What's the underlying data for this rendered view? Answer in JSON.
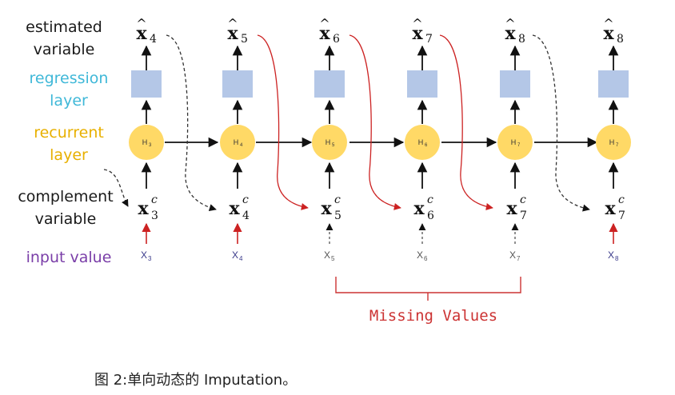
{
  "row_labels": {
    "estimated_line1": "estimated",
    "estimated_line2": "variable",
    "regression_line1": "regression",
    "regression_line2": "layer",
    "recurrent_line1": "recurrent",
    "recurrent_line2": "layer",
    "complement_line1": "complement",
    "complement_line2": "variable",
    "input": "input value"
  },
  "columns": [
    {
      "estimate": "x̂4",
      "hidden": "H3",
      "complement": "x3c",
      "input": "X3"
    },
    {
      "estimate": "x̂5",
      "hidden": "H4",
      "complement": "x4c",
      "input": "X4"
    },
    {
      "estimate": "x̂6",
      "hidden": "H5",
      "complement": "x5c",
      "input": "X5"
    },
    {
      "estimate": "x̂7",
      "hidden": "H6",
      "complement": "x6c",
      "input": "X6"
    },
    {
      "estimate": "x̂8",
      "hidden": "H7",
      "complement": "x7c",
      "input": "X7"
    },
    {
      "estimate": "x̂8",
      "hidden": "H7",
      "complement": "x7c",
      "input": "X8"
    }
  ],
  "missing_label": "Missing Values",
  "caption": "图 2:单向动态的 Imputation。",
  "colors": {
    "estimated_label": "#1a1a1a",
    "regression_label": "#3fb8d8",
    "recurrent_label": "#e8b000",
    "complement_label": "#1a1a1a",
    "input_label": "#7a3ea8",
    "regression_box": "#b4c7e7",
    "hidden_node": "#ffd966",
    "red_arrow": "#cc2222",
    "missing_bracket": "#cc3333",
    "observed_input": "#3a3a8a",
    "missing_input": "#555555"
  }
}
